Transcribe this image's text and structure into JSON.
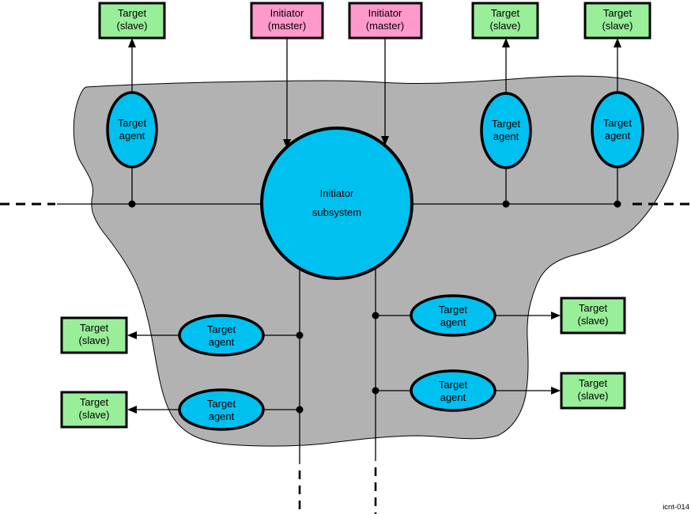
{
  "figure_id": "icnt-014",
  "colors": {
    "page_bg": "#FFFFFF",
    "cloud_fill": "#B2B2B2",
    "cloud_stroke": "#000000",
    "agent_fill": "#00C0F0",
    "target_box_fill": "#99EE99",
    "initiator_box_fill": "#FF99CC",
    "line_color": "#000000"
  },
  "nodes": {
    "subsystem": {
      "line1": "Initiator",
      "line2": "subsystem"
    },
    "top_boxes": [
      {
        "line1": "Target",
        "line2": "(slave)"
      },
      {
        "line1": "Initiator",
        "line2": "(master)"
      },
      {
        "line1": "Initiator",
        "line2": "(master)"
      },
      {
        "line1": "Target",
        "line2": "(slave)"
      },
      {
        "line1": "Target",
        "line2": "(slave)"
      }
    ],
    "left_boxes": [
      {
        "line1": "Target",
        "line2": "(slave)"
      },
      {
        "line1": "Target",
        "line2": "(slave)"
      }
    ],
    "right_boxes": [
      {
        "line1": "Target",
        "line2": "(slave)"
      },
      {
        "line1": "Target",
        "line2": "(slave)"
      }
    ],
    "top_agents": [
      {
        "line1": "Target",
        "line2": "agent"
      },
      {
        "line1": "Target",
        "line2": "agent"
      },
      {
        "line1": "Target",
        "line2": "agent"
      }
    ],
    "left_agents": [
      {
        "line1": "Target",
        "line2": "agent"
      },
      {
        "line1": "Target",
        "line2": "agent"
      }
    ],
    "right_agents": [
      {
        "line1": "Target",
        "line2": "agent"
      },
      {
        "line1": "Target",
        "line2": "agent"
      }
    ]
  }
}
